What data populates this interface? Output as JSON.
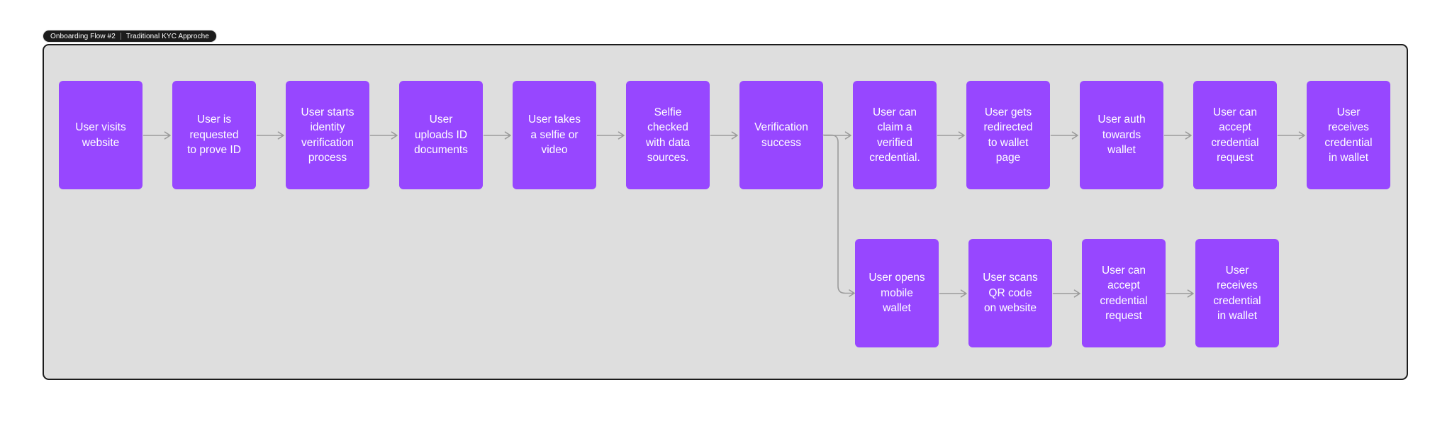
{
  "section": {
    "label": {
      "part1": "Onboarding Flow #2",
      "part2": "Traditional KYC Approche"
    }
  },
  "flow": {
    "main_path": [
      "User visits\nwebsite",
      "User is\nrequested\nto prove ID",
      "User starts\nidentity\nverification\nprocess",
      "User\nuploads ID\ndocuments",
      "User takes\na selfie or\nvideo",
      "Selfie\nchecked\nwith data\nsources.",
      "Verification\nsuccess",
      "User can\nclaim a\nverified\ncredential.",
      "User gets\nredirected\nto wallet\npage",
      "User auth\ntowards\nwallet",
      "User can\naccept\ncredential\nrequest",
      "User\nreceives\ncredential\nin wallet"
    ],
    "alt_path": [
      "User opens\nmobile\nwallet",
      "User scans\nQR code\non website",
      "User can\naccept\ncredential\nrequest",
      "User\nreceives\ncredential\nin wallet"
    ]
  },
  "colors": {
    "page-bg": "#FFFFFF",
    "canvas-bg": "#DEDEDE",
    "canvas-border": "#1C1C1C",
    "node-fill": "#9747FF",
    "node-text": "#FFFFFF",
    "connector": "#9B9B9B",
    "pill-bg": "#1C1C1C",
    "pill-text": "#FFFFFF"
  }
}
